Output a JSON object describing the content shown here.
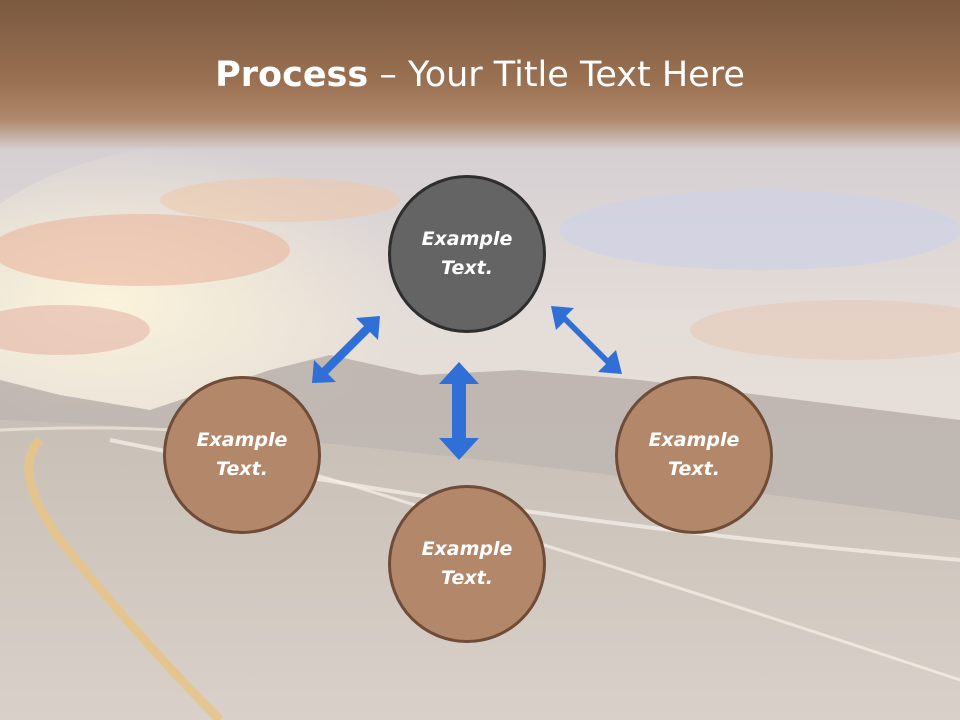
{
  "title": {
    "bold_part": "Process",
    "rest": " – Your Title Text Here"
  },
  "nodes": {
    "top": {
      "line1": "Example",
      "line2": "Text.",
      "color": "#646464"
    },
    "left": {
      "line1": "Example",
      "line2": "Text.",
      "color": "#b3876a"
    },
    "right": {
      "line1": "Example",
      "line2": "Text.",
      "color": "#b3876a"
    },
    "bottom": {
      "line1": "Example",
      "line2": "Text.",
      "color": "#b3876a"
    }
  },
  "arrow_color": "#2f6fd6"
}
